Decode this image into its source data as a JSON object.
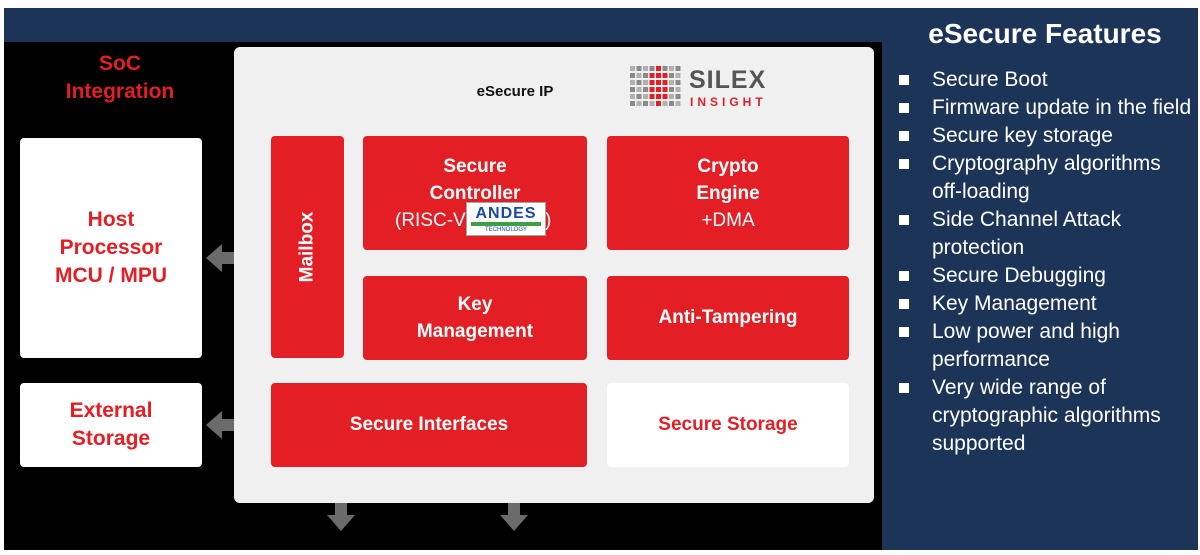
{
  "soc_label": [
    "SoC",
    "Integration"
  ],
  "host_label": [
    "Host",
    "Processor",
    "MCU / MPU"
  ],
  "external_label": [
    "External",
    "Storage"
  ],
  "ip_label": "eSecure IP",
  "logo": {
    "name": "SILEX",
    "sub": "INSIGHT"
  },
  "blocks": {
    "mailbox": "Mailbox",
    "secure_controller": [
      "Secure",
      "Controller",
      "(RISC-V",
      ")"
    ],
    "andes_logo": {
      "name": "ANDES",
      "sub": "TECHNOLOGY"
    },
    "crypto_engine": [
      "Crypto",
      "Engine",
      "+DMA"
    ],
    "key_management": [
      "Key",
      "Management"
    ],
    "anti_tampering": "Anti-Tampering",
    "secure_interfaces": "Secure Interfaces",
    "secure_storage": "Secure Storage"
  },
  "features": {
    "title": "eSecure Features",
    "items": [
      "Secure Boot",
      "Firmware update in the field",
      "Secure key storage",
      "Cryptography algorithms off-loading",
      "Side Channel Attack protection",
      "Secure Debugging",
      "Key Management",
      "Low power and high performance",
      "Very wide range of cryptographic algorithms supported"
    ]
  },
  "colors": {
    "accent_red": "#e31e24",
    "navy": "#1c3457",
    "panel_gray": "#f0f0f0",
    "arrow_gray": "#6b6b6b"
  }
}
